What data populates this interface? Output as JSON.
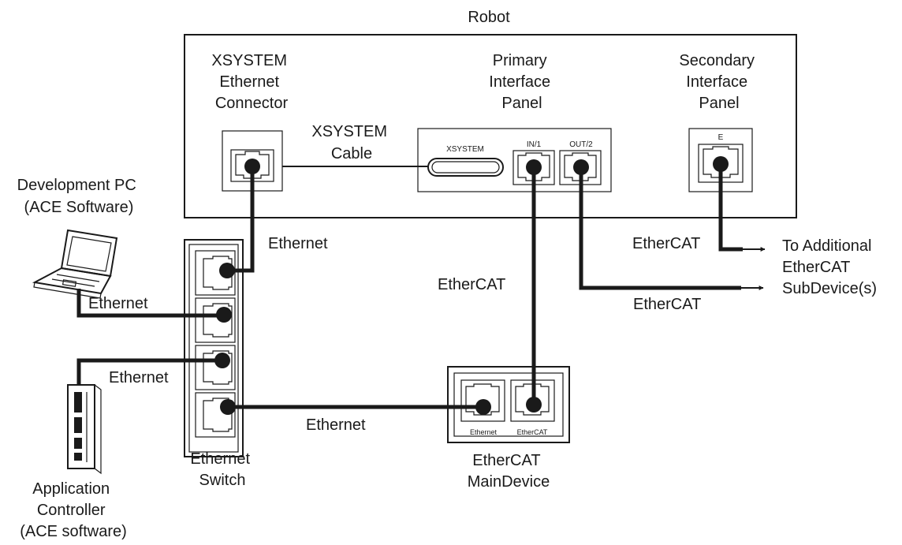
{
  "robot": {
    "title": "Robot",
    "xsystem_connector": [
      "XSYSTEM",
      "Ethernet",
      "Connector"
    ],
    "primary_panel": [
      "Primary",
      "Interface",
      "Panel"
    ],
    "secondary_panel": [
      "Secondary",
      "Interface",
      "Panel"
    ],
    "xsystem_port_label": "XSYSTEM",
    "in_port_label": "IN/1",
    "out_port_label": "OUT/2",
    "e_port_label": "E"
  },
  "cables": {
    "xsystem_cable": [
      "XSYSTEM",
      "Cable"
    ],
    "ethernet_robot": "Ethernet",
    "ethernet_pc": "Ethernet",
    "ethernet_controller": "Ethernet",
    "ethernet_maindevice": "Ethernet",
    "ethercat_primary": "EtherCAT",
    "ethercat_out": "EtherCAT",
    "ethercat_secondary": "EtherCAT"
  },
  "devices": {
    "development_pc": [
      "Development PC",
      "(ACE Software)"
    ],
    "application_controller": [
      "Application",
      "Controller",
      "(ACE software)"
    ],
    "ethernet_switch": [
      "Ethernet",
      "Switch"
    ],
    "ethercat_maindevice": [
      "EtherCAT",
      "MainDevice"
    ],
    "maindevice_port_ethernet": "Ethernet",
    "maindevice_port_ethercat": "EtherCAT"
  },
  "destination": [
    "To Additional",
    "EtherCAT",
    "SubDevice(s)"
  ]
}
